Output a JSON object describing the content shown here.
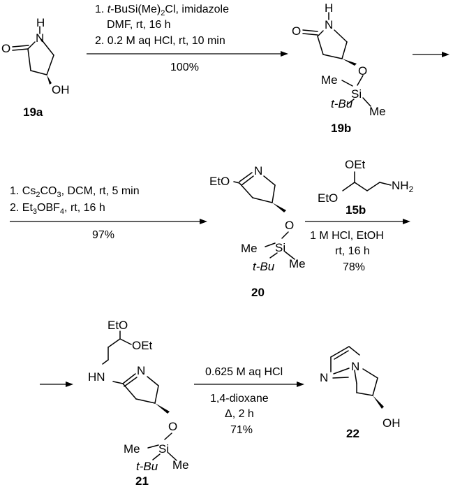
{
  "compounds": {
    "c19a": {
      "id": "19a",
      "atoms": [
        "H",
        "N",
        "O",
        "OH"
      ]
    },
    "c19b": {
      "id": "19b",
      "atoms": [
        "H",
        "N",
        "O",
        "O",
        "Si",
        "Me",
        "t-Bu",
        "Me"
      ]
    },
    "c20": {
      "id": "20",
      "atoms": [
        "EtO",
        "N",
        "O",
        "Si",
        "Me",
        "t-Bu",
        "Me"
      ]
    },
    "c15b": {
      "id": "15b",
      "atoms": [
        "OEt",
        "EtO",
        "NH",
        "2"
      ]
    },
    "c21": {
      "id": "21",
      "atoms": [
        "EtO",
        "OEt",
        "HN",
        "N",
        "O",
        "Si",
        "Me",
        "t-Bu",
        "Me"
      ]
    },
    "c22": {
      "id": "22",
      "atoms": [
        "N",
        "N",
        "OH"
      ]
    }
  },
  "steps": [
    {
      "above": [
        "1. ",
        "t",
        "-BuSi(Me)",
        "2",
        "Cl, imidazole",
        "DMF, rt, 16 h",
        "2. 0.2 M aq HCl, rt, 10 min"
      ],
      "below": [
        "100%"
      ]
    },
    {
      "above": [
        "1. Cs",
        "2",
        "CO",
        "3",
        ", DCM, rt, 5 min",
        "2. Et",
        "3",
        "OBF",
        "4",
        ", rt, 16 h"
      ],
      "below": [
        "97%"
      ]
    },
    {
      "above": [],
      "below": [
        "1 M HCl, EtOH",
        "rt, 16 h",
        "78%"
      ]
    },
    {
      "above": [
        "0.625 M aq HCl"
      ],
      "below": [
        "1,4-dioxane",
        "Δ, 2 h",
        "71%"
      ]
    }
  ]
}
